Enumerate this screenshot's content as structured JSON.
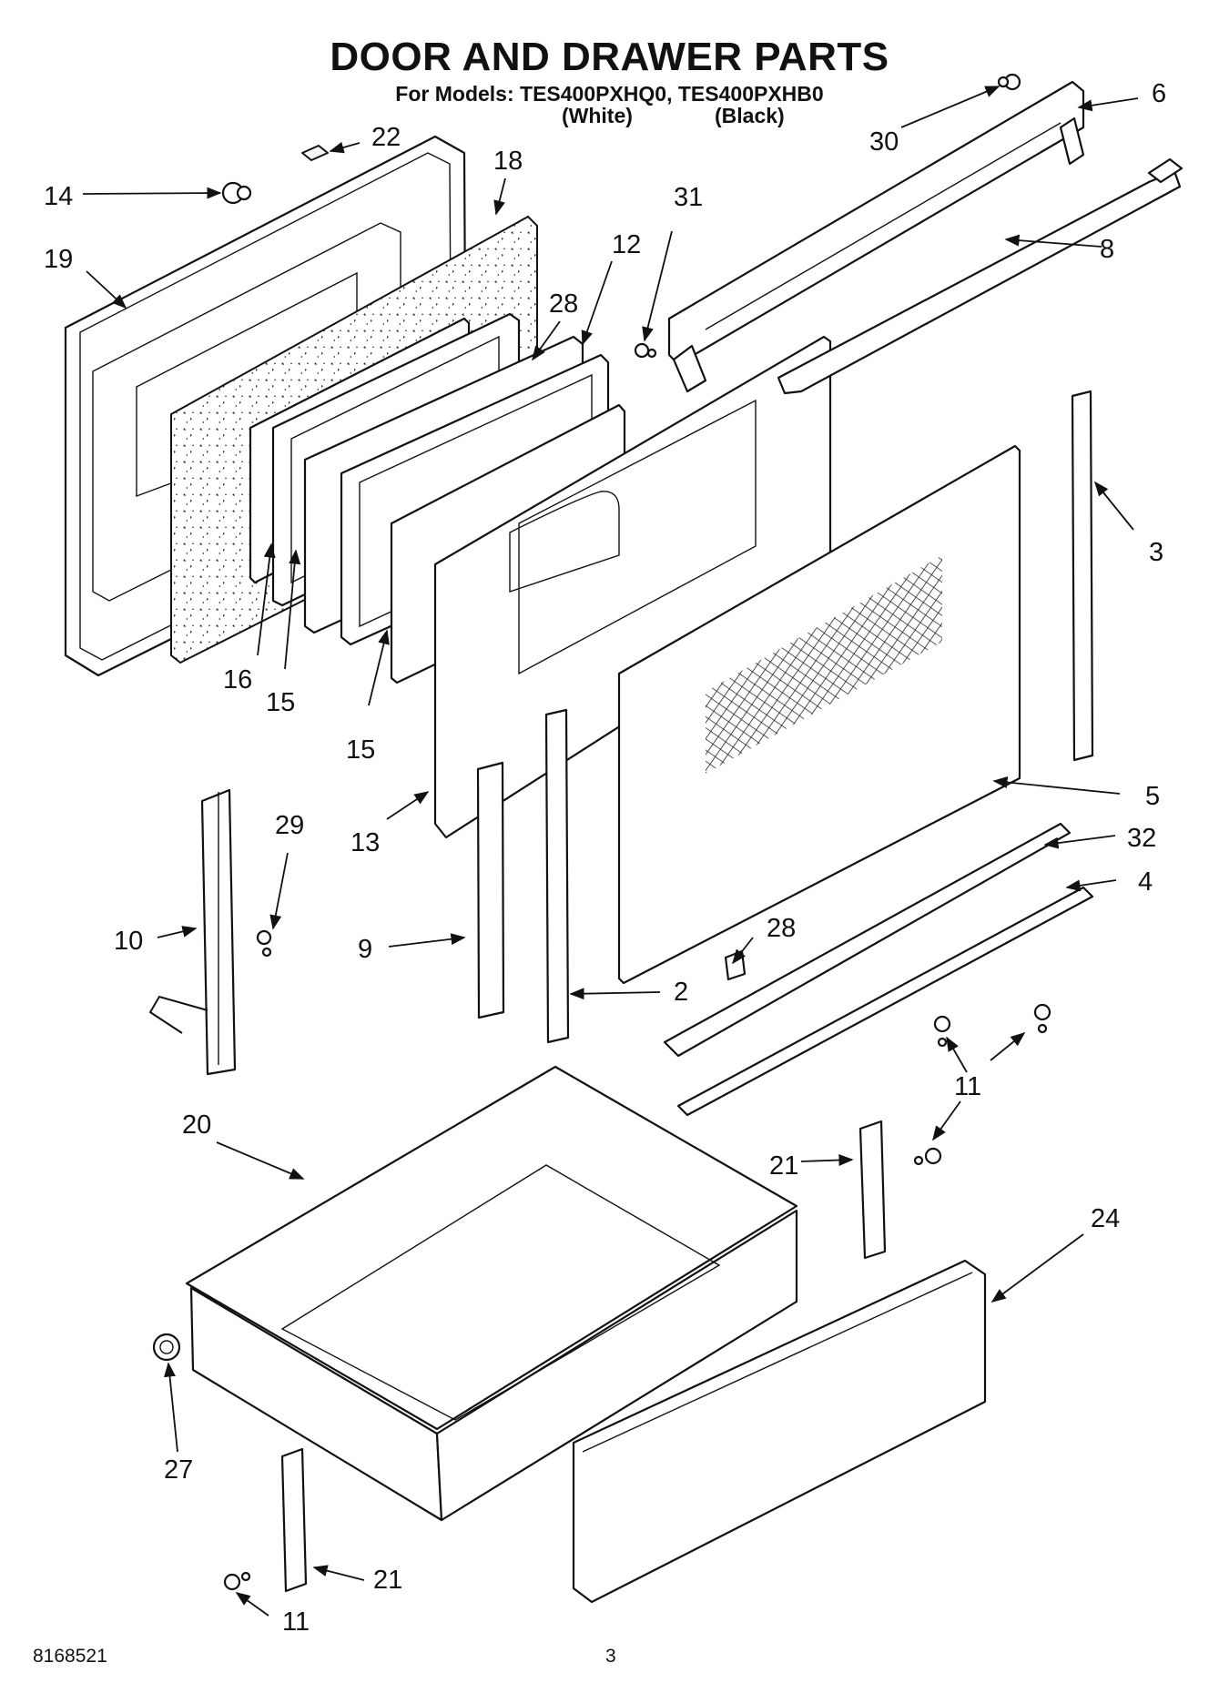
{
  "header": {
    "title": "DOOR AND DRAWER PARTS",
    "models_line": "For Models: TES400PXHQ0, TES400PXHB0",
    "color_white": "(White)",
    "color_black": "(Black)"
  },
  "footer": {
    "doc_number": "8168521",
    "page_number": "3"
  },
  "callouts": [
    "22",
    "18",
    "14",
    "19",
    "31",
    "12",
    "28",
    "16",
    "15",
    "15",
    "30",
    "6",
    "8",
    "3",
    "5",
    "13",
    "29",
    "10",
    "9",
    "2",
    "28",
    "32",
    "4",
    "11",
    "20",
    "21",
    "24",
    "27",
    "21",
    "11"
  ]
}
